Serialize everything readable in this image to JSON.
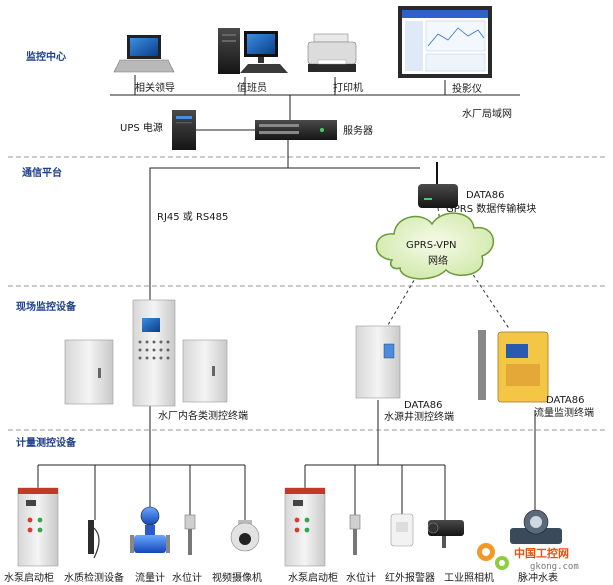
{
  "sections": {
    "monitoring_center": "监控中心",
    "comm_platform": "通信平台",
    "field_equipment": "现场监控设备",
    "metering": "计量测控设备"
  },
  "monitoring": {
    "laptop": "相关领导",
    "desktop": "值班员",
    "printer": "打印机",
    "projector": "投影仪",
    "lan": "水厂局域网",
    "ups": "UPS 电源",
    "server": "服务器"
  },
  "comm": {
    "link": "RJ45 或 RS485",
    "module_model": "DATA86",
    "module_name": "GPRS 数据传输模块",
    "cloud_line1": "GPRS-VPN",
    "cloud_line2": "网络"
  },
  "field": {
    "plant_terminal": "水厂内各类测控终端",
    "well_model": "DATA86",
    "well_terminal": "水源井测控终端",
    "flow_model": "DATA86",
    "flow_terminal": "流量监测终端"
  },
  "devices": {
    "pump1": "水泵启动柜",
    "quality": "水质检测设备",
    "flowmeter": "流量计",
    "level1": "水位计",
    "camera": "视频摄像机",
    "pump2": "水泵启动柜",
    "level2": "水位计",
    "ir_alarm": "红外报警器",
    "ind_camera": "工业照相机",
    "pulse_meter": "脉冲水表"
  },
  "watermark": {
    "brand": "中国工控网",
    "url": "gkong.com"
  },
  "colors": {
    "section_text": "#1f3f8a",
    "dashed_separator": "#9a9a9a",
    "cloud_fill": "#e4f4c8",
    "cloud_stroke": "#6a9a3a",
    "watermark": "#e8520a"
  }
}
